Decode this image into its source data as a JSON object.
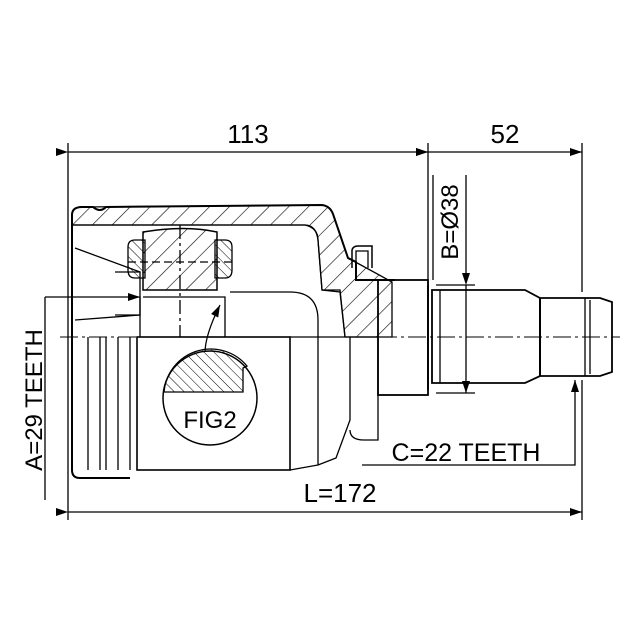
{
  "dimensions": {
    "housing_length": "113",
    "shaft_length": "52",
    "shaft_diameter": "B=Ø38",
    "outer_teeth": "A=29 TEETH",
    "inner_teeth": "C=22 TEETH",
    "total_length": "L=172"
  },
  "detail_label": "FIG2",
  "colors": {
    "line": "#000000",
    "background": "#ffffff"
  }
}
